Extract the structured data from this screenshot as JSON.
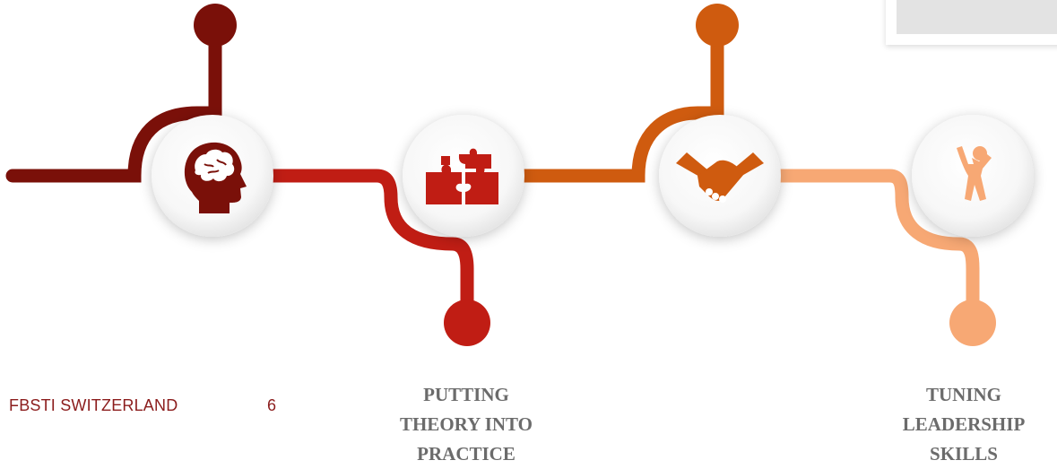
{
  "colors": {
    "step1": "#7a1009",
    "step2": "#c01d14",
    "step3": "#cf5b0f",
    "step4": "#f7a874",
    "footer_text": "#8b1c1c",
    "caption_text": "#6b6b6b"
  },
  "steps": [
    {
      "icon": "brain-head-icon",
      "caption": ""
    },
    {
      "icon": "puzzle-icon",
      "caption": "PUTTING\nTHEORY INTO\nPRACTICE"
    },
    {
      "icon": "handshake-icon",
      "caption": ""
    },
    {
      "icon": "person-raising-arm-icon",
      "caption": "TUNING\nLEADERSHIP\nSKILLS"
    }
  ],
  "footer": {
    "brand": "FBSTI SWITZERLAND",
    "page_number": "6"
  }
}
